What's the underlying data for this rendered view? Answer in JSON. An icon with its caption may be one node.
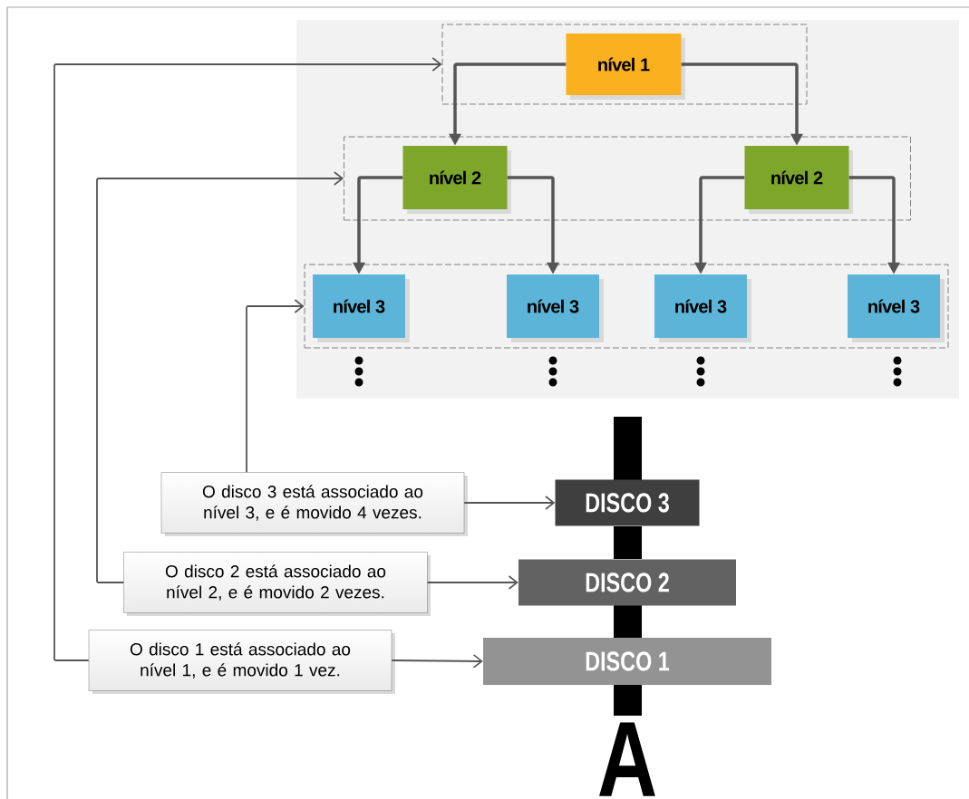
{
  "diagram": {
    "nodes": [
      {
        "text": [],
        "shape": "box"
      },
      {
        "text": [
          "nível 1"
        ],
        "in": 0
      },
      {
        "text": [],
        "shape": "box"
      },
      {
        "text": [
          "nível 2"
        ],
        "in": 2
      },
      {
        "text": [
          "nível 2"
        ],
        "in": 2
      },
      {
        "text": [],
        "shape": "box"
      },
      {
        "text": [
          "nível 3"
        ],
        "in": 5
      },
      {
        "text": [
          "nível 3"
        ],
        "in": 5
      },
      {
        "text": [
          "nível 3"
        ],
        "in": 5
      },
      {
        "text": [
          "nível 3"
        ],
        "in": 5
      },
      {
        "text": [
          "O disco 3 está associado ao nível 3, e é movido 4 vezes."
        ]
      },
      {
        "text": [
          "DISCO 3"
        ]
      },
      {
        "text": [
          "O disco 2 está associado ao nível 2, e é movido 2 vezes."
        ]
      },
      {
        "text": [
          "DISCO 2"
        ]
      },
      {
        "text": [
          "O disco 1 está associado ao nível 1, e é movido 1 vez."
        ]
      },
      {
        "text": [
          "DISCO 1"
        ]
      }
    ],
    "edges": [
      {
        "from": 1,
        "to": 3,
        "arrow": "to",
        "style": "thick"
      },
      {
        "from": 1,
        "to": 4,
        "arrow": "to",
        "style": "thick"
      },
      {
        "from": 3,
        "to": 6,
        "arrow": "to",
        "style": "thick"
      },
      {
        "from": 3,
        "to": 7,
        "arrow": "to",
        "style": "thick"
      },
      {
        "from": 4,
        "to": 8,
        "arrow": "to",
        "style": "thick"
      },
      {
        "from": 4,
        "to": 9,
        "arrow": "to",
        "style": "thick"
      },
      {
        "from": 10,
        "to": 11,
        "arrow": "to"
      },
      {
        "from": 12,
        "to": 13,
        "arrow": "to"
      },
      {
        "from": 14,
        "to": 15,
        "arrow": "to"
      },
      {
        "from": 10,
        "to": 5,
        "arrow": "to"
      },
      {
        "from": 12,
        "to": 2,
        "arrow": "to"
      },
      {
        "from": 14,
        "to": 0,
        "arrow": "to"
      }
    ],
    "labels": [
      "A"
    ]
  }
}
